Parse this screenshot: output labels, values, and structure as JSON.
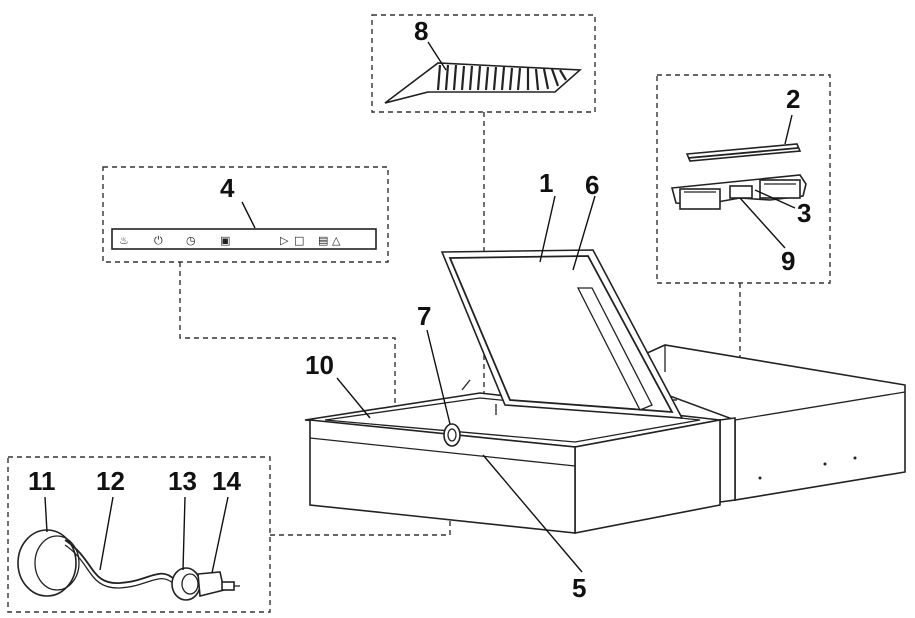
{
  "callouts": [
    {
      "id": "1",
      "text": "1"
    },
    {
      "id": "2",
      "text": "2"
    },
    {
      "id": "3",
      "text": "3"
    },
    {
      "id": "4",
      "text": "4"
    },
    {
      "id": "5",
      "text": "5"
    },
    {
      "id": "6",
      "text": "6"
    },
    {
      "id": "7",
      "text": "7"
    },
    {
      "id": "8",
      "text": "8"
    },
    {
      "id": "9",
      "text": "9"
    },
    {
      "id": "10",
      "text": "10"
    },
    {
      "id": "11",
      "text": "11"
    },
    {
      "id": "12",
      "text": "12"
    },
    {
      "id": "13",
      "text": "13"
    },
    {
      "id": "14",
      "text": "14"
    }
  ],
  "control_panel": {
    "icons": [
      "temperature-icon",
      "power-icon",
      "timer-icon",
      "program-icon",
      "play-icon",
      "stop-icon",
      "lock-icon",
      "warning-icon"
    ]
  },
  "colors": {
    "line": "#222222",
    "background": "#ffffff"
  }
}
